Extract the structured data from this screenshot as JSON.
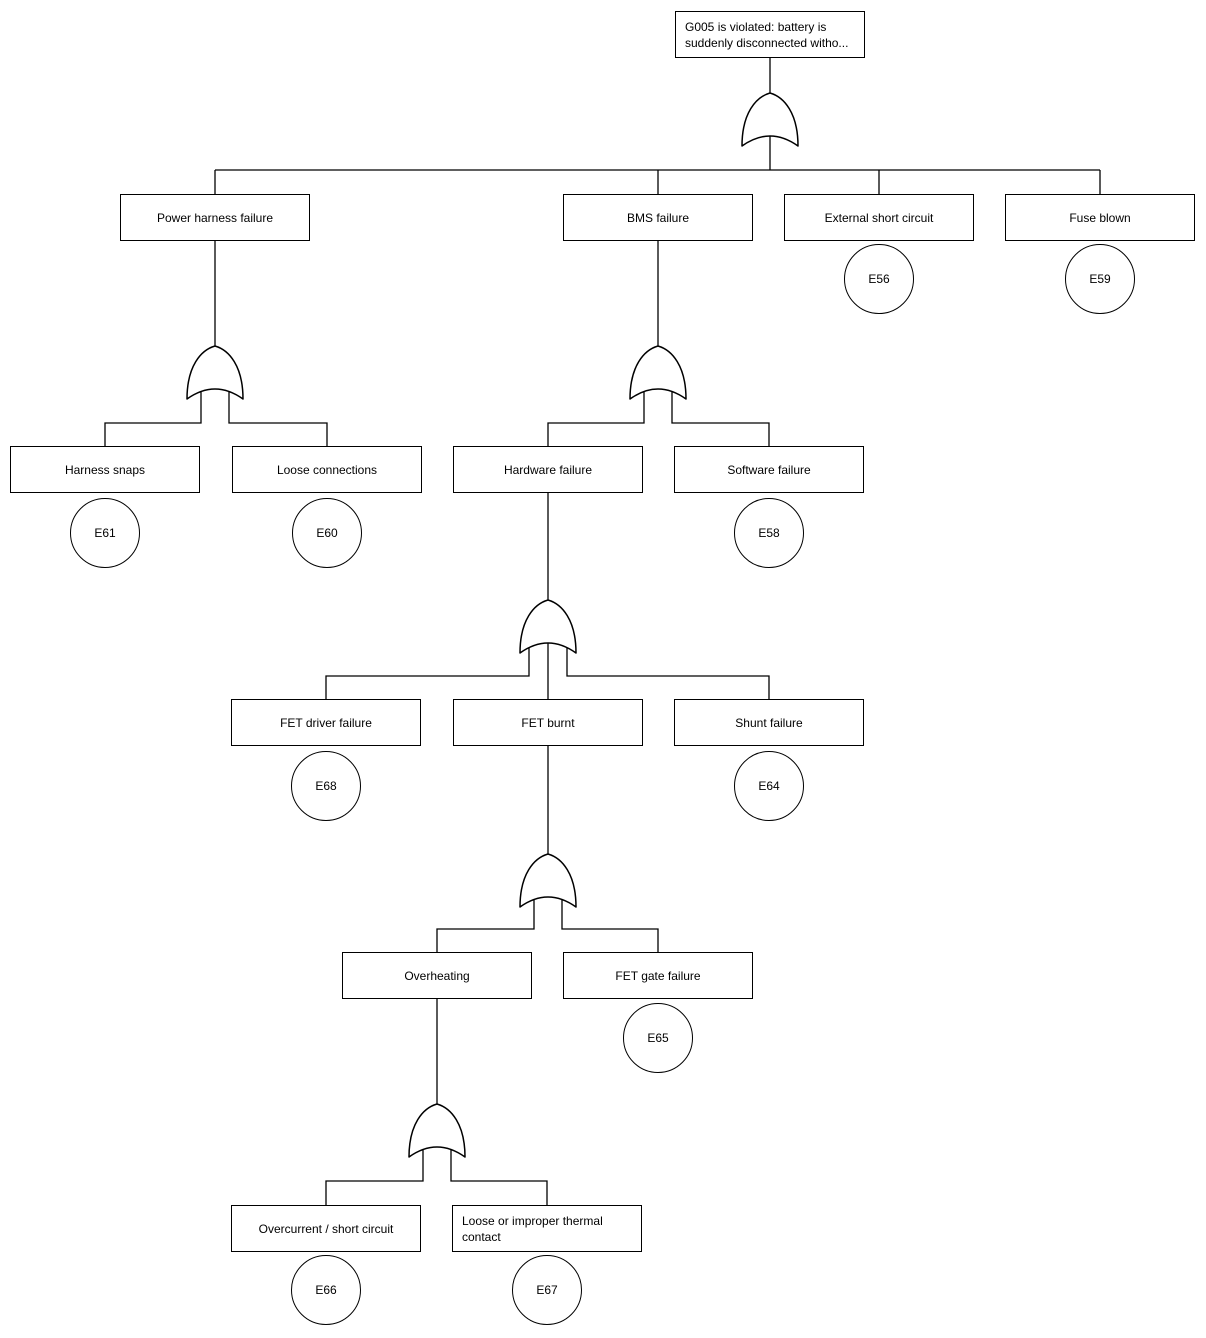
{
  "diagram": {
    "kind": "fault-tree",
    "colors": {
      "stroke": "#000000",
      "fill": "#ffffff",
      "background": "#ffffff"
    },
    "gate_symbol": "OR",
    "structure": [
      {
        "parent": "top",
        "gate": "OR",
        "children": [
          "power",
          "bms",
          "external",
          "fuse"
        ]
      },
      {
        "parent": "power",
        "gate": "OR",
        "children": [
          "harness",
          "loose_conn"
        ]
      },
      {
        "parent": "bms",
        "gate": "OR",
        "children": [
          "hardware",
          "software"
        ]
      },
      {
        "parent": "hardware",
        "gate": "OR",
        "children": [
          "fet_driver",
          "fet_burnt",
          "shunt"
        ]
      },
      {
        "parent": "fet_burnt",
        "gate": "OR",
        "children": [
          "overheating",
          "fet_gate"
        ]
      },
      {
        "parent": "overheating",
        "gate": "OR",
        "children": [
          "overcurrent",
          "thermal"
        ]
      }
    ]
  },
  "nodes": {
    "top": {
      "label": "G005 is violated: battery is suddenly disconnected witho..."
    },
    "power": {
      "label": "Power harness failure"
    },
    "bms": {
      "label": "BMS failure"
    },
    "external": {
      "label": "External short circuit",
      "event": "E56"
    },
    "fuse": {
      "label": "Fuse blown",
      "event": "E59"
    },
    "harness": {
      "label": "Harness snaps",
      "event": "E61"
    },
    "loose_conn": {
      "label": "Loose connections",
      "event": "E60"
    },
    "hardware": {
      "label": "Hardware failure"
    },
    "software": {
      "label": "Software failure",
      "event": "E58"
    },
    "fet_driver": {
      "label": "FET driver failure",
      "event": "E68"
    },
    "fet_burnt": {
      "label": "FET burnt"
    },
    "shunt": {
      "label": "Shunt failure",
      "event": "E64"
    },
    "overheating": {
      "label": "Overheating"
    },
    "fet_gate": {
      "label": "FET gate failure",
      "event": "E65"
    },
    "overcurrent": {
      "label": "Overcurrent / short circuit",
      "event": "E66"
    },
    "thermal": {
      "label": "Loose or improper thermal contact",
      "event": "E67"
    }
  }
}
